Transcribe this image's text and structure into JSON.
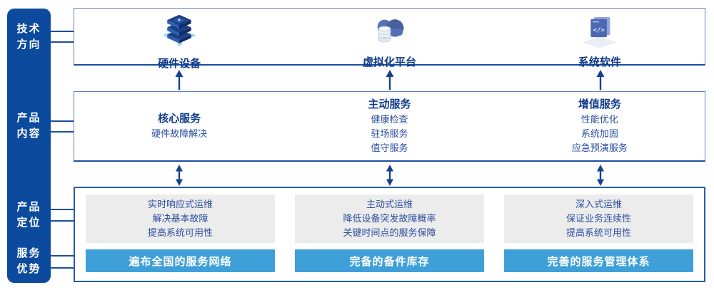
{
  "colors": {
    "sidebar_blue": "#0c4a9e",
    "box_border_light": "#5b82c2",
    "box_border_dark": "#1d4f9e",
    "bottom_box_border": "#2a5caa",
    "advantage_bar_blue": "#3fa0d9",
    "gray_panel": "#ececec",
    "title_navy": "#0f3a8c",
    "body_blue": "#2c4f9f",
    "arrow_blue": "#16418f"
  },
  "sidebar": {
    "items": [
      {
        "label": "技术\n方向"
      },
      {
        "label": "产品\n内容"
      },
      {
        "label": "产品\n定位"
      },
      {
        "label": "服务\n优势"
      }
    ]
  },
  "tech_direction_row": {
    "columns": [
      {
        "icon": "server-stack-icon",
        "title": "硬件设备"
      },
      {
        "icon": "cloud-database-icon",
        "title": "虚拟化平台"
      },
      {
        "icon": "code-window-icon",
        "title": "系统软件"
      }
    ]
  },
  "product_content_row": {
    "columns": [
      {
        "title": "核心服务",
        "items": [
          "硬件故障解决"
        ]
      },
      {
        "title": "主动服务",
        "items": [
          "健康检查",
          "驻场服务",
          "值守服务"
        ]
      },
      {
        "title": "增值服务",
        "items": [
          "性能优化",
          "系统加固",
          "应急预演服务"
        ]
      }
    ]
  },
  "positioning_row": {
    "columns": [
      {
        "points": [
          "实时响应式运维",
          "解决基本故障",
          "提高系统可用性"
        ],
        "advantage": "遍布全国的服务网络"
      },
      {
        "points": [
          "主动式运维",
          "降低设备突发故障概率",
          "关键时间点的服务保障"
        ],
        "advantage": "完备的备件库存"
      },
      {
        "points": [
          "深入式运维",
          "保证业务连续性",
          "提高系统可用性"
        ],
        "advantage": "完善的服务管理体系"
      }
    ]
  }
}
